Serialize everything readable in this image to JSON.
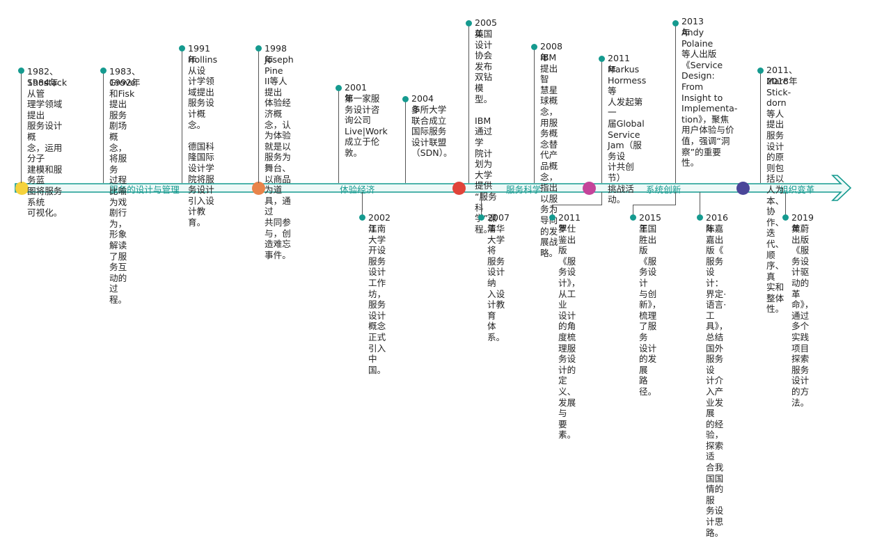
{
  "phases": [
    {
      "label": "服务的设计与管理",
      "color": "#f5d23c"
    },
    {
      "label": "体验经济",
      "color": "#e8844a"
    },
    {
      "label": "服务科学",
      "color": "#e0443a"
    },
    {
      "label": "系统创新",
      "color": "#c4449a"
    },
    {
      "label": "组织变革",
      "color": "#4a4699"
    }
  ],
  "events_top": [
    {
      "year": "1982、1984年",
      "text": "Shostack从管\n理学领域提出\n服务设计概\n念，运用分子\n建模和服务蓝\n图将服务系统\n可视化。"
    },
    {
      "year": "1983、1992年",
      "text": "Grove和Fisk\n提出服务剧场\n概念，将服务\n过程比喻为戏\n剧行为，形象\n解读了服务互\n动的过程。"
    },
    {
      "year": "1991年",
      "text": "Hollins从设\n计学领域提出\n服务设计概\n念。\n\n德国科隆国际\n设计学院将服\n务设计引入设\n计教育。"
    },
    {
      "year": "1998年",
      "text": "Joseph Pine\nII等人提出\n体验经济概\n念，认为体验\n就是以服务为\n舞台、以商品\n为道具，通过\n共同参与，创\n造难忘事件。"
    },
    {
      "year": "2001年",
      "text": "第一家服\n务设计咨\n询公司\nLive|Work\n成立于伦\n敦。"
    },
    {
      "year": "2004年",
      "text": "多所大学\n联合成立\n国际服务\n设计联盟\n（SDN）。"
    },
    {
      "year": "2005年",
      "text": "英国设计\n协会发布\n双钻模\n型。\n\nIBM通过学\n院计划为\n大学提供\n“服务科\n学”课\n程。"
    },
    {
      "year": "2008年",
      "text": "IBM提出智\n慧星球概\n念，用服\n务概念替\n代产品概\n念，指出\n以服务为\n导向的发\n展战略。"
    },
    {
      "year": "2011年",
      "text": "Markus\nHormess等\n人发起第一\n届Global\nService\nJam（服务设\n计共创节）\n挑战活动。"
    },
    {
      "year": "2013年",
      "text": "Andy Polaine\n等人出版\n《Service\nDesign: From\nInsight to\nImplementa-\ntion》，聚焦\n用户体验与价\n值，强调“洞\n察”的重要\n性。"
    },
    {
      "year": "2011、2018年",
      "text": "Marc Stick-\ndorn等人提出\n服务设计的原\n则包括以人为\n本、协作、迭\n代、顺序、真\n实和整体性。"
    }
  ],
  "events_bottom": [
    {
      "year": "2002年",
      "text": "江南大学开设\n服务设计工作\n坊，服务设计\n概念正式引入\n中国。"
    },
    {
      "year": "2007年",
      "text": "清华大学将\n服务设计纳\n入设计教育\n体系。"
    },
    {
      "year": "2011年",
      "text": "罗仕鉴出版\n《服务设\n计》，从工业\n设计的角度梳\n理服务设计的\n定义、发展与\n要素。"
    },
    {
      "year": "2015年",
      "text": "王国胜出版\n《服务设计\n与创新》，\n梳理了服务\n设计的发展\n路径。"
    },
    {
      "year": "2016年",
      "text": "陈嘉嘉出版《\n服务设计：界定·\n语言·工具》，\n总结国外服务设\n计介入产业发展\n的经验，探索适\n合我国国情的服\n务设计思路。"
    },
    {
      "year": "2019年",
      "text": "黄蔚出版《服\n务设计驱动的\n革命》，通过\n多个实践项目\n探索服务设计\n的方法。"
    }
  ],
  "colors": {
    "accent": "#159a8f",
    "line": "#555555",
    "text": "#222222"
  }
}
